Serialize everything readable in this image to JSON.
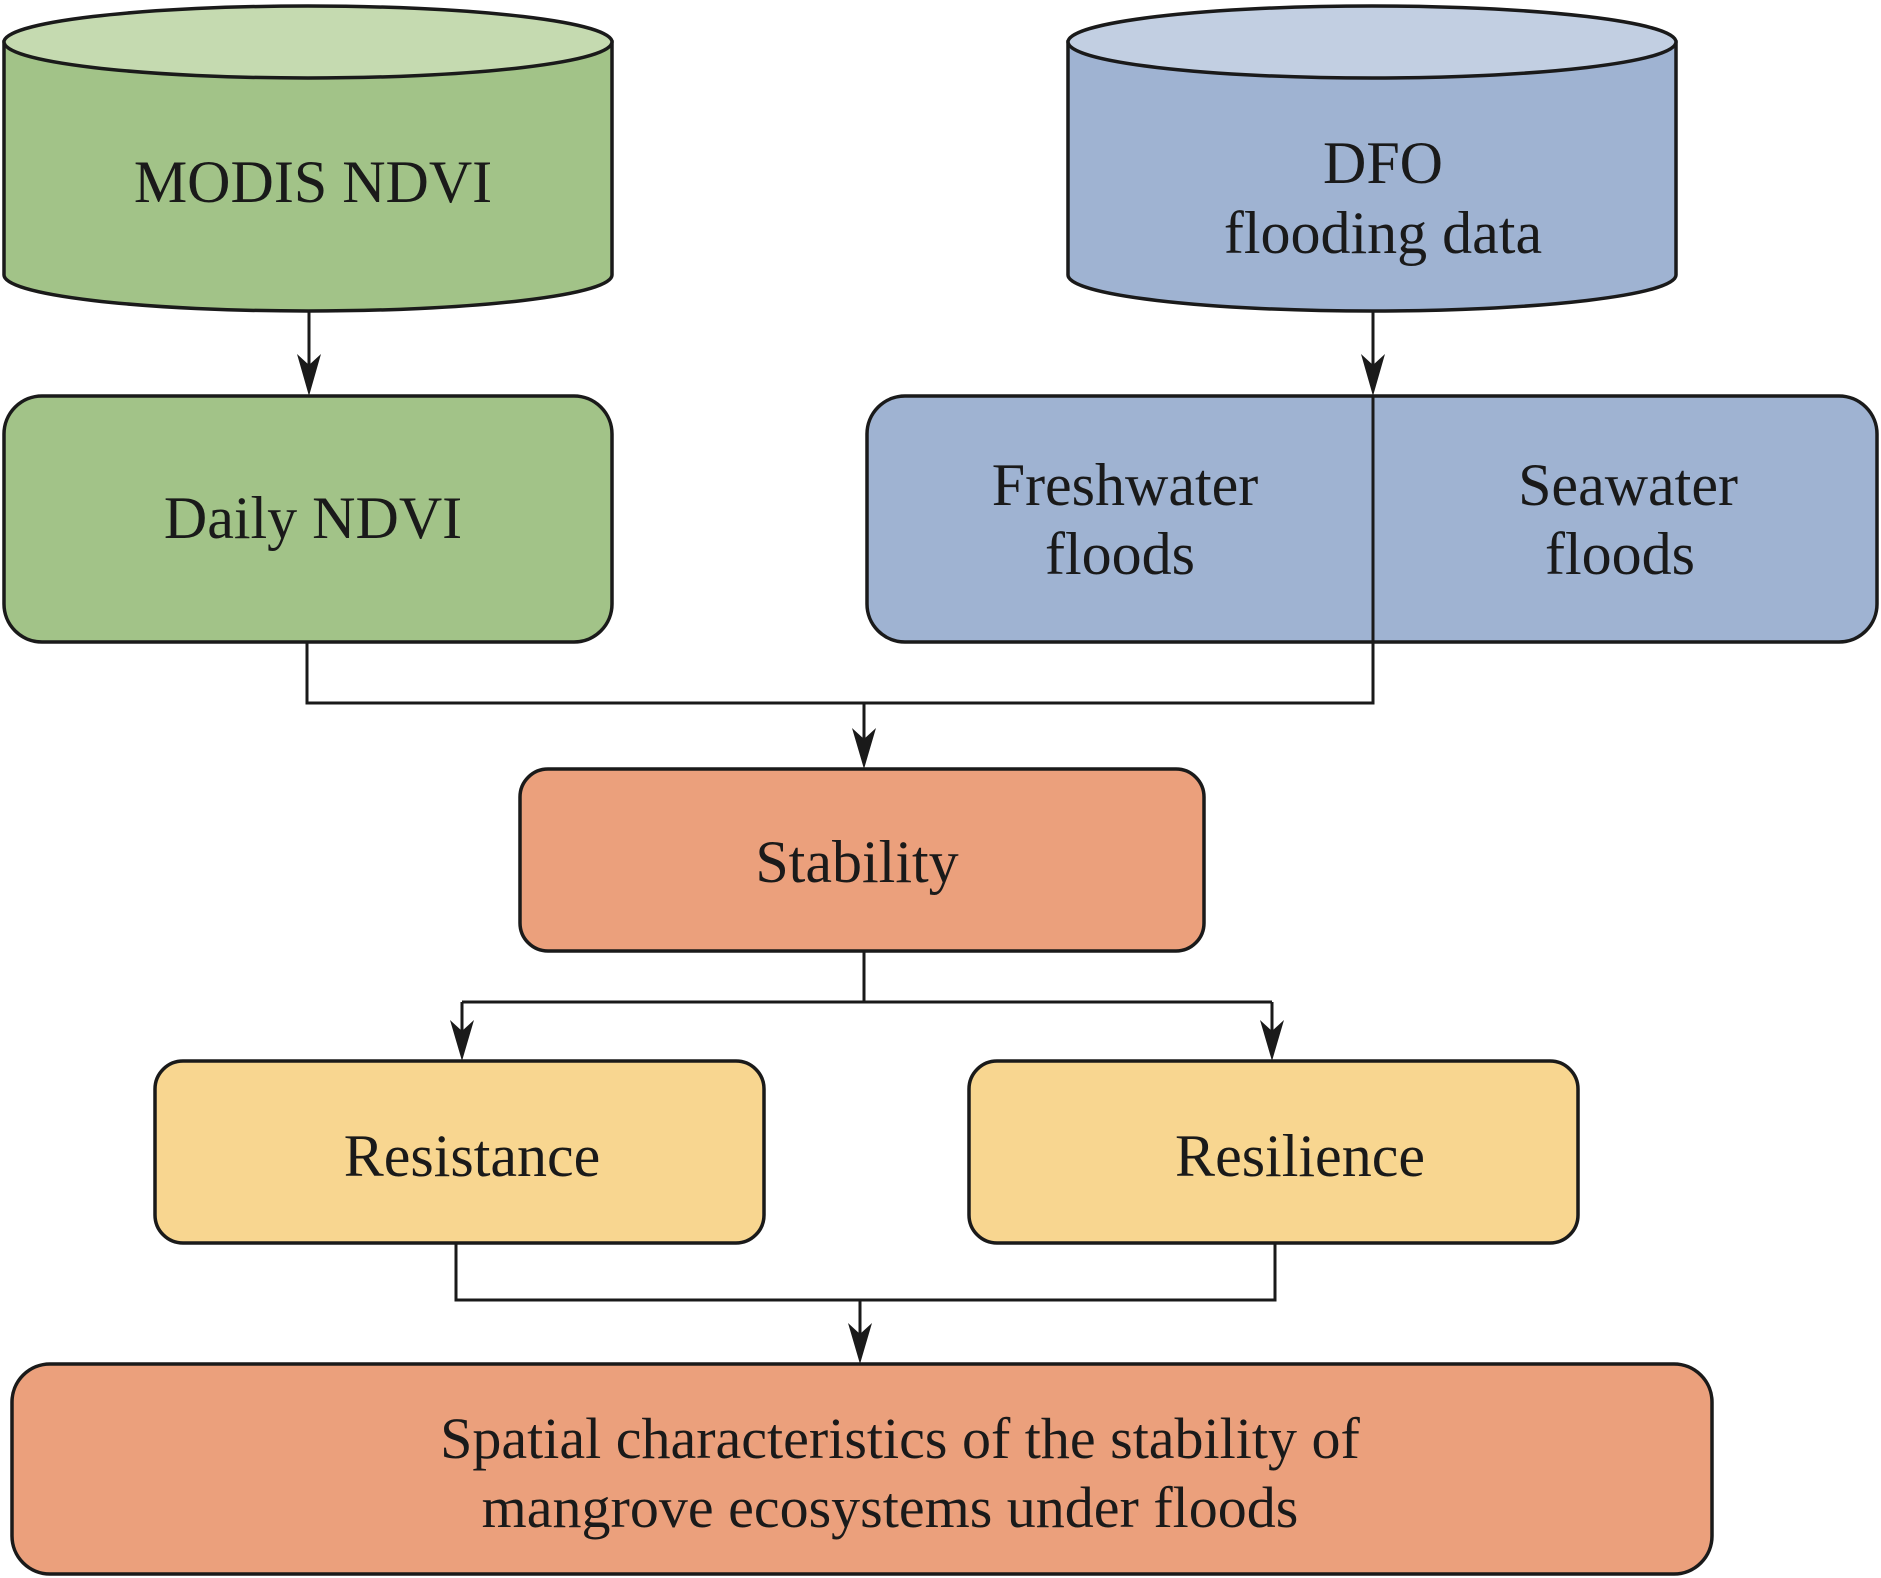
{
  "colors": {
    "green_body": "#a2c388",
    "green_top": "#c5dab0",
    "blue_body": "#9fb3d2",
    "blue_top": "#c2cfe2",
    "orange": "#eba07c",
    "yellow": "#f8d690",
    "stroke": "#1a1a1a"
  },
  "nodes": {
    "modis": {
      "label": "MODIS NDVI"
    },
    "dfo": {
      "line1": "DFO",
      "line2": "flooding data"
    },
    "daily": {
      "label": "Daily NDVI"
    },
    "freshwater": {
      "line1": "Freshwater",
      "line2": "floods"
    },
    "seawater": {
      "line1": "Seawater",
      "line2": "floods"
    },
    "stability": {
      "label": "Stability"
    },
    "resistance": {
      "label": "Resistance"
    },
    "resilience": {
      "label": "Resilience"
    },
    "spatial": {
      "line1": "Spatial characteristics of the stability of",
      "line2": "mangrove ecosystems under floods"
    }
  }
}
